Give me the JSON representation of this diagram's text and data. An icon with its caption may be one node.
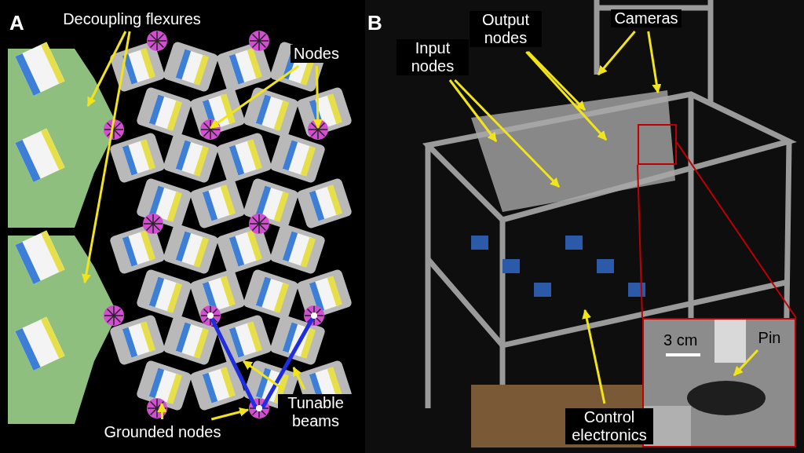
{
  "diagram": {
    "nodes": [
      {
        "text": [
          "Decoupling flexures"
        ]
      },
      {
        "text": [
          "Nodes"
        ]
      },
      {
        "text": [
          "Grounded nodes"
        ]
      },
      {
        "text": [
          "Tunable beams"
        ]
      },
      {
        "text": [
          "Input nodes"
        ]
      },
      {
        "text": [
          "Output nodes"
        ]
      },
      {
        "text": [
          "Cameras"
        ]
      },
      {
        "text": [
          "Control electronics"
        ]
      },
      {
        "text": [
          "Pin"
        ],
        "in": 10
      },
      {
        "text": [],
        "shape": "box"
      },
      {
        "text": [],
        "shape": "box"
      }
    ],
    "edges": [
      {
        "from": 0,
        "to": null,
        "arrow": "to"
      },
      {
        "from": 0,
        "to": null,
        "arrow": "to"
      },
      {
        "from": 1,
        "to": null,
        "arrow": "to"
      },
      {
        "from": 1,
        "to": null,
        "arrow": "to"
      },
      {
        "from": 2,
        "to": null,
        "arrow": "to"
      },
      {
        "from": 2,
        "to": null,
        "arrow": "to"
      },
      {
        "from": 3,
        "to": null,
        "arrow": "to"
      },
      {
        "from": 3,
        "to": null,
        "arrow": "to"
      },
      {
        "from": 4,
        "to": null,
        "arrow": "to"
      },
      {
        "from": 4,
        "to": null,
        "arrow": "to"
      },
      {
        "from": 5,
        "to": null,
        "arrow": "to"
      },
      {
        "from": 5,
        "to": null,
        "arrow": "to"
      },
      {
        "from": 6,
        "to": null,
        "arrow": "to"
      },
      {
        "from": 6,
        "to": null,
        "arrow": "to"
      },
      {
        "from": 7,
        "to": null,
        "arrow": "to"
      },
      {
        "from": 8,
        "to": null,
        "arrow": "to"
      },
      {
        "from": 9,
        "to": 10,
        "arrow": "none",
        "color": "#c00000"
      },
      {
        "from": 9,
        "to": 10,
        "arrow": "none",
        "color": "#c00000"
      }
    ],
    "labels": [
      "A",
      "B",
      "3 cm"
    ]
  }
}
